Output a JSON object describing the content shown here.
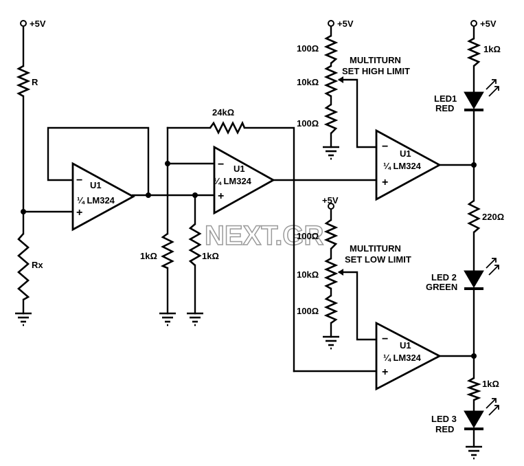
{
  "supply": "+5V",
  "resistors": {
    "r": "R",
    "rx": "Rx",
    "feedback": "24kΩ",
    "gnd_a": "1kΩ",
    "gnd_b": "1kΩ",
    "high_top": "100Ω",
    "high_pot": "10kΩ",
    "high_bottom": "100Ω",
    "low_top": "100Ω",
    "low_pot": "10kΩ",
    "low_bottom": "100Ω",
    "led1_series": "1kΩ",
    "mid_series": "220Ω",
    "led3_series": "1kΩ"
  },
  "opamp": {
    "name": "U1",
    "part": "¼ LM324",
    "minus": "−",
    "plus": "+"
  },
  "controls": {
    "high_line1": "MULTITURN",
    "high_line2": "SET HIGH LIMIT",
    "low_line1": "MULTITURN",
    "low_line2": "SET LOW LIMIT"
  },
  "leds": {
    "led1_name": "LED1",
    "led1_color": "RED",
    "led2_name": "LED 2",
    "led2_color": "GREEN",
    "led3_name": "LED 3",
    "led3_color": "RED"
  },
  "watermark": "NEXT.GR"
}
